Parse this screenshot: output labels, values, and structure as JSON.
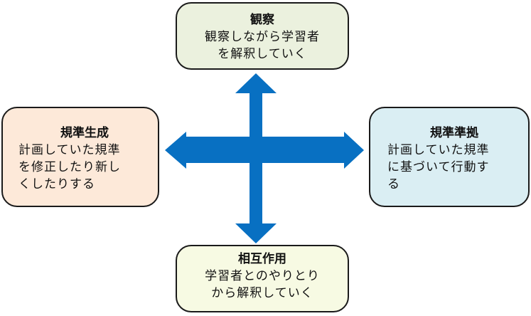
{
  "colors": {
    "arrow": "#0870C2",
    "top_fill": "#EBF1DE",
    "left_fill": "#FDE9D9",
    "right_fill": "#DAEEF3",
    "bottom_fill": "#F7FAE3",
    "border": "#1A1A1A"
  },
  "nodes": {
    "top": {
      "title": "観察",
      "desc": "観察しながら学習者\nを解釈していく"
    },
    "left": {
      "title": "規準生成",
      "desc": "計画していた規準\nを修正したり新し\nくしたりする"
    },
    "right": {
      "title": "規準準拠",
      "desc": "計画していた規準\nに基づいて行動す\nる"
    },
    "bottom": {
      "title": "相互作用",
      "desc": "学習者とのやりとり\nから解釈していく"
    }
  }
}
